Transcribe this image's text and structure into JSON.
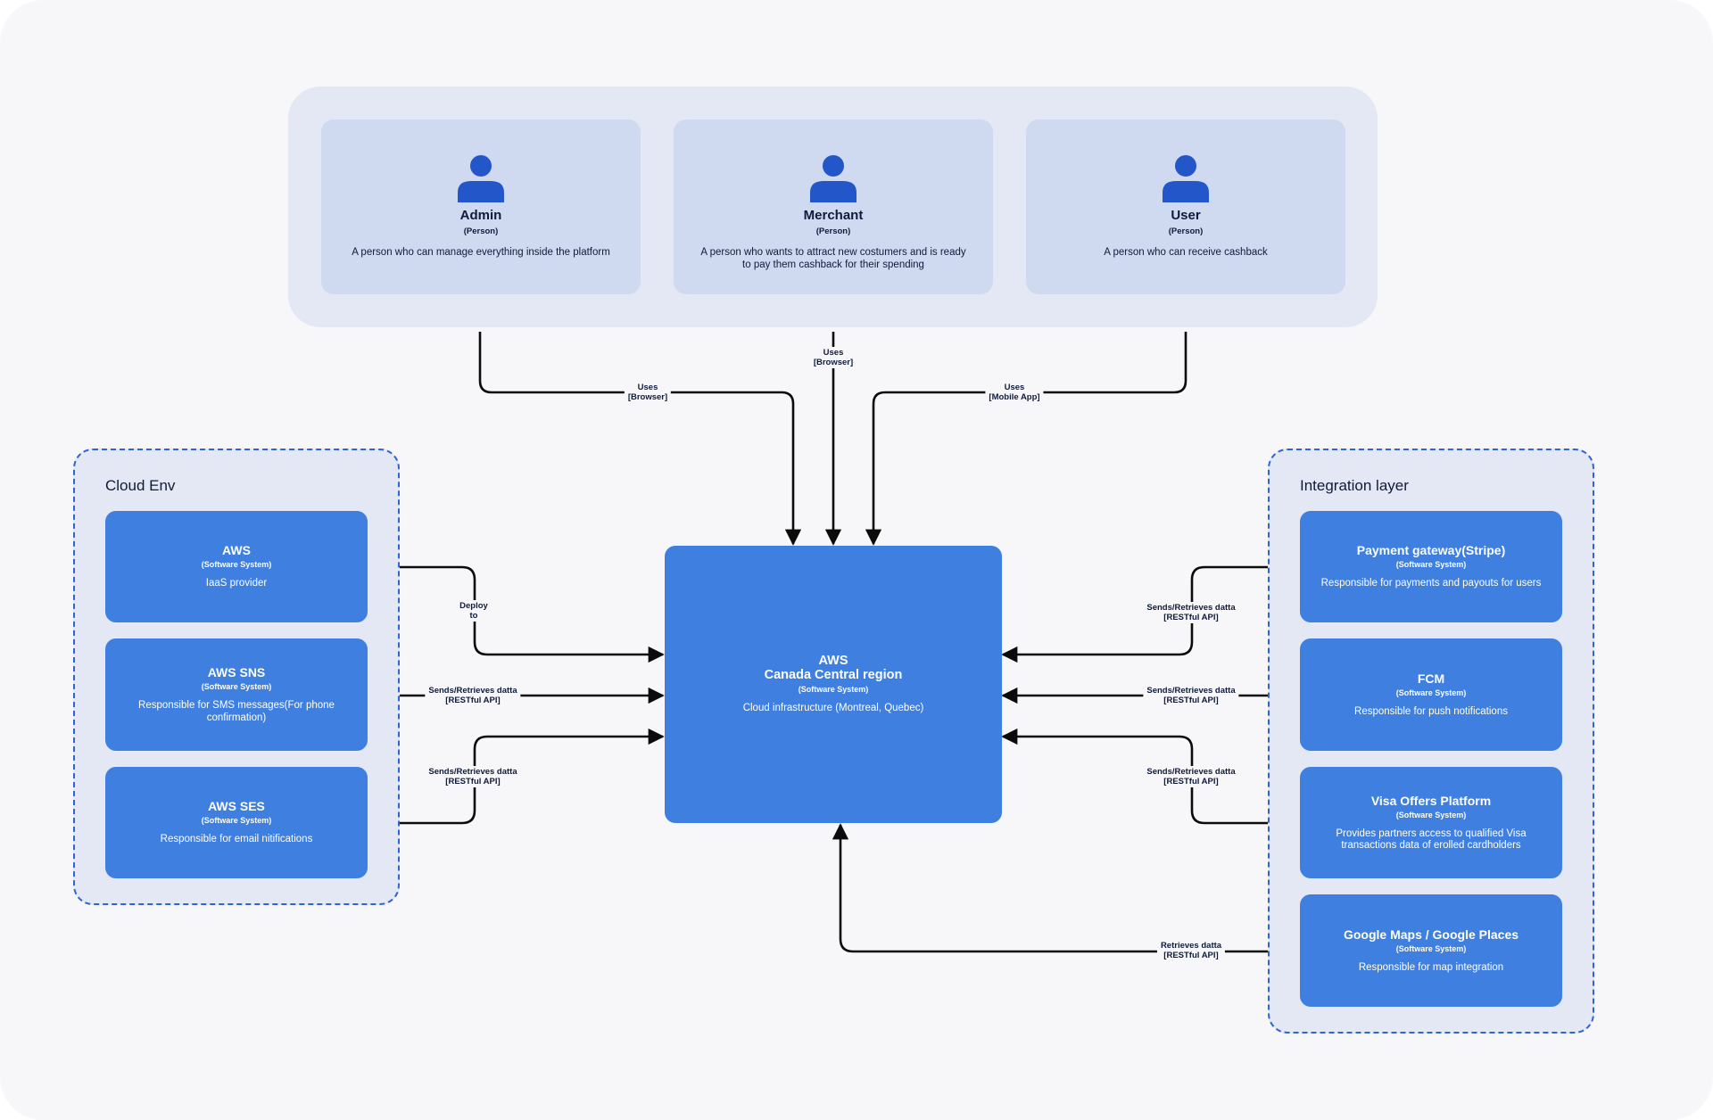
{
  "people": [
    {
      "name": "Admin",
      "kind": "(Person)",
      "desc": "A person who can manage everything inside the platform"
    },
    {
      "name": "Merchant",
      "kind": "(Person)",
      "desc": "A person who wants to attract new costumers and is ready to pay them cashback for their spending"
    },
    {
      "name": "User",
      "kind": "(Person)",
      "desc": "A person who can receive cashback"
    }
  ],
  "cloud_env": {
    "title": "Cloud Env",
    "systems": [
      {
        "name": "AWS",
        "kind": "(Software System)",
        "desc": "IaaS provider"
      },
      {
        "name": "AWS SNS",
        "kind": "(Software System)",
        "desc": "Responsible for SMS messages(For phone confirmation)"
      },
      {
        "name": "AWS SES",
        "kind": "(Software System)",
        "desc": "Responsible for email nitifications"
      }
    ]
  },
  "integration_layer": {
    "title": "Integration layer",
    "systems": [
      {
        "name": "Payment gateway(Stripe)",
        "kind": "(Software System)",
        "desc": "Responsible for payments and payouts for users"
      },
      {
        "name": "FCM",
        "kind": "(Software System)",
        "desc": "Responsible for push notifications"
      },
      {
        "name": "Visa Offers Platform",
        "kind": "(Software System)",
        "desc": "Provides partners access to qualified Visa transactions data of erolled cardholders"
      },
      {
        "name": "Google Maps / Google Places",
        "kind": "(Software System)",
        "desc": "Responsible for map integration"
      }
    ]
  },
  "central": {
    "line1": "AWS",
    "line2": "Canada Central region",
    "kind": "(Software System)",
    "desc": "Cloud infrastructure (Montreal, Quebec)"
  },
  "edges": {
    "admin": {
      "line1": "Uses",
      "line2": "[Browser]"
    },
    "merchant": {
      "line1": "Uses",
      "line2": "[Browser]"
    },
    "user": {
      "line1": "Uses",
      "line2": "[Mobile App]"
    },
    "aws": {
      "line1": "Deploy",
      "line2": "to"
    },
    "sns": {
      "line1": "Sends/Retrieves datta",
      "line2": "[RESTful API]"
    },
    "ses": {
      "line1": "Sends/Retrieves datta",
      "line2": "[RESTful API]"
    },
    "stripe": {
      "line1": "Sends/Retrieves datta",
      "line2": "[RESTful API]"
    },
    "fcm": {
      "line1": "Sends/Retrieves datta",
      "line2": "[RESTful API]"
    },
    "visa": {
      "line1": "Sends/Retrieves datta",
      "line2": "[RESTful API]"
    },
    "maps": {
      "line1": "Retrieves datta",
      "line2": "[RESTful API]"
    }
  },
  "colors": {
    "canvas": "#f7f7f9",
    "group_fill": "#e3e8f4",
    "person_card": "#cfd9f0",
    "person_icon": "#2356c9",
    "system_fill": "#3e7fe0",
    "dashed_border": "#2f63d6",
    "connector": "#0b0b0b",
    "text_dark": "#0f1b3a"
  },
  "icons": {
    "person": "person-icon"
  }
}
